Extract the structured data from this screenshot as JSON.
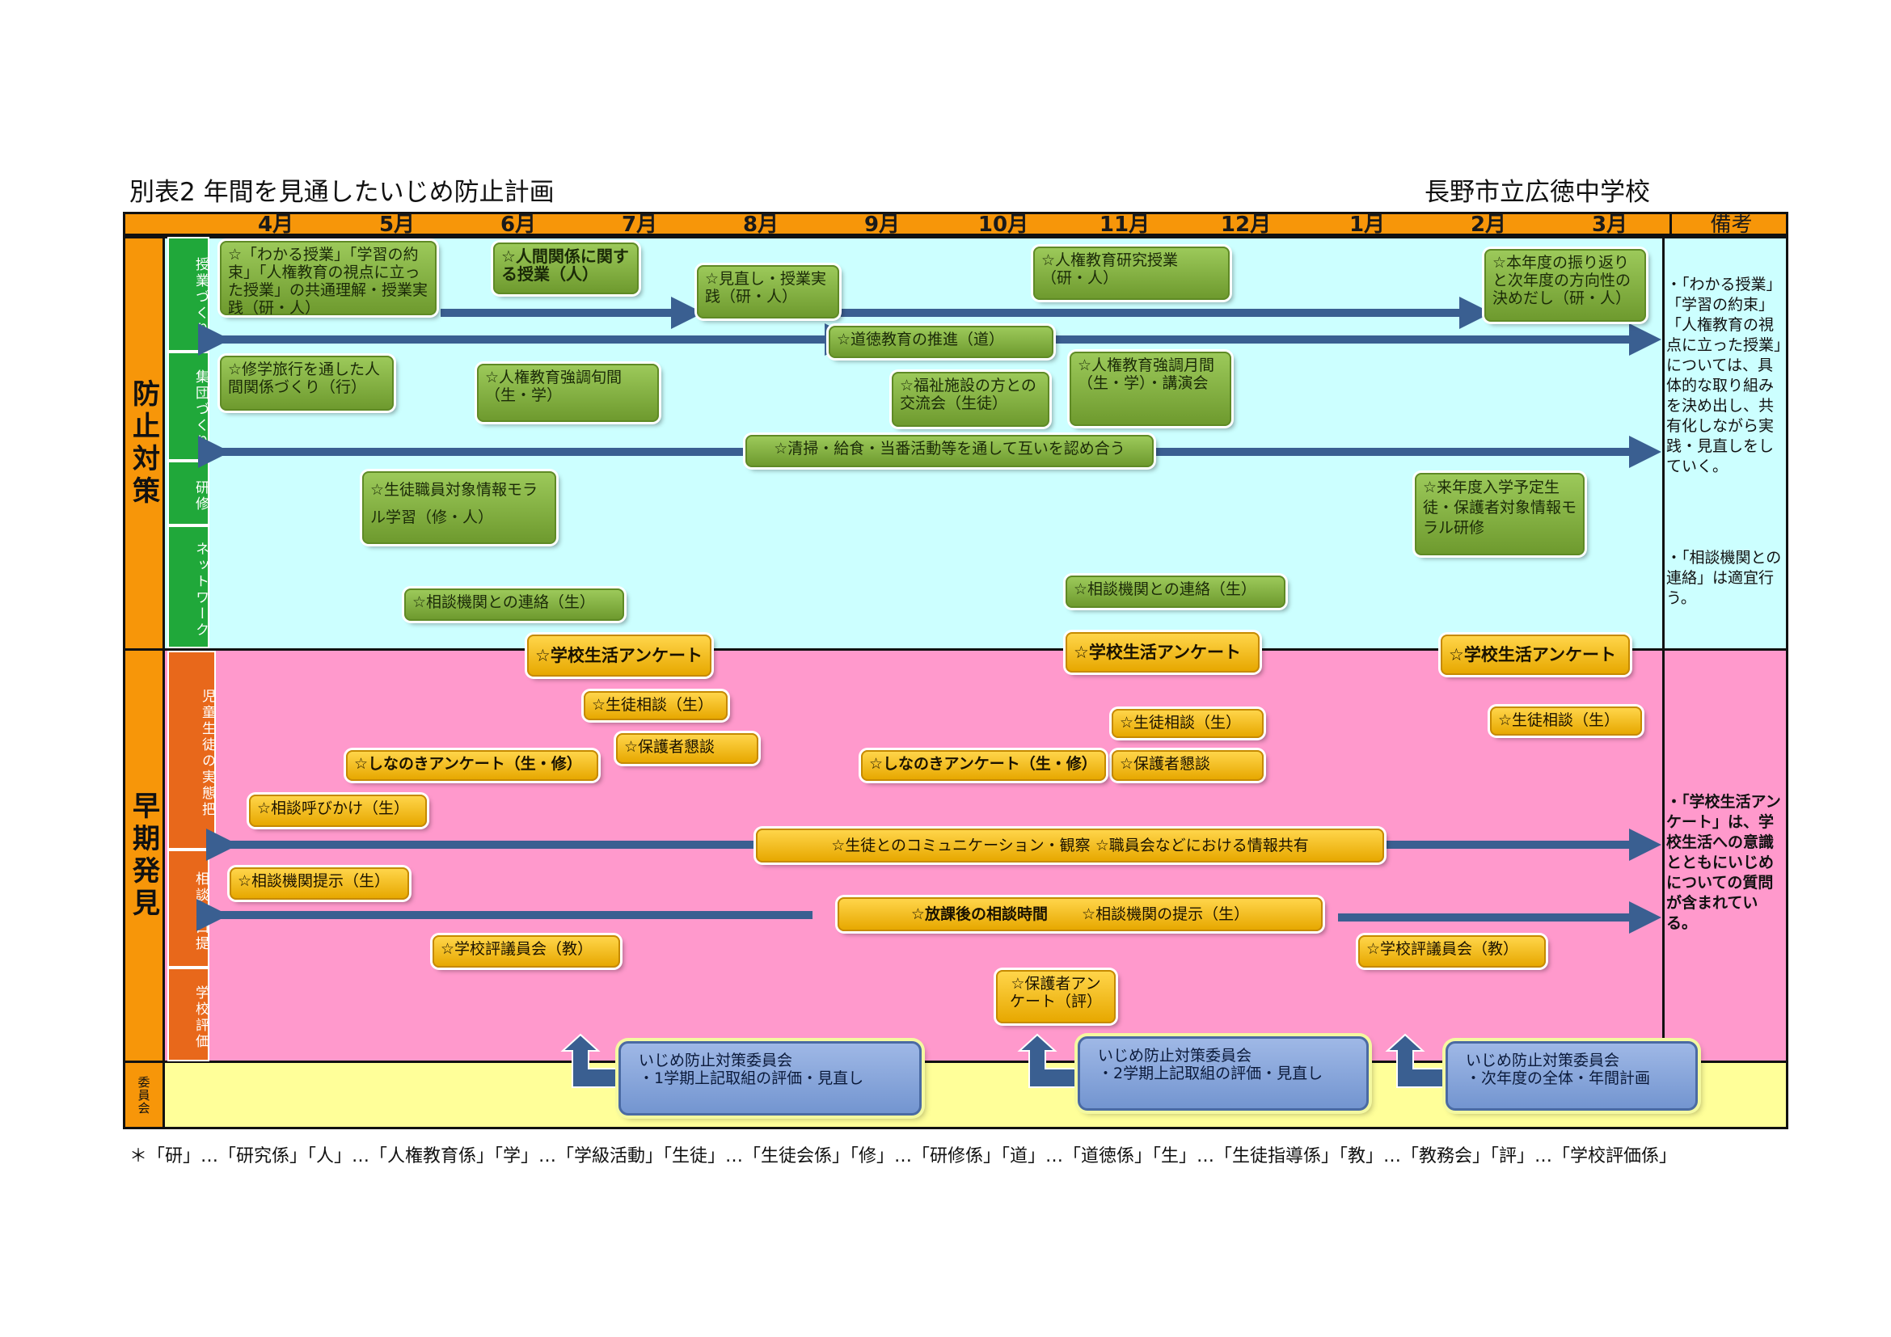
{
  "title": "別表2 年間を見通したいじめ防止計画",
  "school": "長野市立広徳中学校",
  "months": [
    "4月",
    "5月",
    "6月",
    "7月",
    "8月",
    "9月",
    "10月",
    "11月",
    "12月",
    "1月",
    "2月",
    "3月"
  ],
  "remarks_header": "備考",
  "categories": {
    "prevention": "防止対策",
    "early": "早期発見",
    "committee": "委員会"
  },
  "subcategories": {
    "jugyo": "授業づくり",
    "shudan": "集団づくり",
    "kenshu": "研修",
    "network": "ネットワーク",
    "jittai": "児童生徒の実態把",
    "soudan": "相談窓口提",
    "hyoka": "学校評価"
  },
  "boxes": {
    "b1": "☆「わかる授業」「学習の約束」「人権教育の視点に立った授業」の共通理解・授業実践（研・人）",
    "b2": "☆人間関係に関する授業（人）",
    "b3": "☆見直し・授業実践（研・人）",
    "b4": "☆人権教育研究授業（研・人）",
    "b5": "☆本年度の振り返りと次年度の方向性の決めだし（研・人）",
    "b6": "☆道徳教育の推進（道）",
    "b7": "☆修学旅行を通した人間関係づくり（行）",
    "b8": "☆人権教育強調旬間（生・学）",
    "b9": "☆福祉施設の方との交流会（生徒）",
    "b10": "☆人権教育強調月間（生・学）・講演会",
    "b11": "☆清掃・給食・当番活動等を通して互いを認め合う",
    "b12": "☆生徒職員対象情報モラル学習（修・人）",
    "b13": "☆来年度入学予定生徒・保護者対象情報モラル研修",
    "b14": "☆相談機関との連絡（生）",
    "b15": "☆相談機関との連絡（生）",
    "b16": "☆学校生活アンケート",
    "b17": "☆学校生活アンケート",
    "b18": "☆学校生活アンケート",
    "b19": "☆生徒相談（生）",
    "b20": "☆生徒相談（生）",
    "b21": "☆生徒相談（生）",
    "b22": "☆保護者懇談",
    "b23": "☆保護者懇談",
    "b24": "☆しなのきアンケート（生・修）",
    "b25": "☆しなのきアンケート（生・修）",
    "b26": "☆相談呼びかけ（生）",
    "b27": "☆生徒とのコミュニケーション・観察 ☆職員会などにおける情報共有",
    "b28": "☆相談機関提示（生）",
    "b29a": "☆放課後の相談時間",
    "b29b": "☆相談機関の提示（生）",
    "b30": "☆学校評議員会（教）",
    "b31": "☆学校評議員会（教）",
    "b32": "☆保護者アンケート（評）"
  },
  "committee": [
    {
      "title": "いじめ防止対策委員会",
      "desc": "・1学期上記取組の評価・見直し"
    },
    {
      "title": "いじめ防止対策委員会",
      "desc": "・2学期上記取組の評価・見直し"
    },
    {
      "title": "いじめ防止対策委員会",
      "desc": "・次年度の全体・年間計画"
    }
  ],
  "remarks": {
    "r1": "・「わかる授業」「学習の約束」「人権教育の視点に立った授業」については、具体的な取り組みを決め出し、共有化しながら実践・見直しをしていく。",
    "r2": "・「相談機関との連絡」は適宜行う。",
    "r3": "・「学校生活アンケート」は、学校生活への意識とともにいじめについての質問が含まれている。"
  },
  "footnote": "＊「研」…「研究係」「人」…「人権教育係」「学」…「学級活動」「生徒」…「生徒会係」「修」…「研修係」「道」…「道徳係」「生」…「生徒指導係」「教」…「教務会」「評」…「学校評価係」",
  "colors": {
    "header": "#f79609",
    "prevention_bg": "#ccffff",
    "early_bg": "#ff99cc",
    "committee_bg": "#ffff99",
    "arrow": "#3a5f91",
    "green_box": "#8cbf4a",
    "yellow_box": "#f5c10f",
    "blue_box": "#8fa9dc"
  }
}
